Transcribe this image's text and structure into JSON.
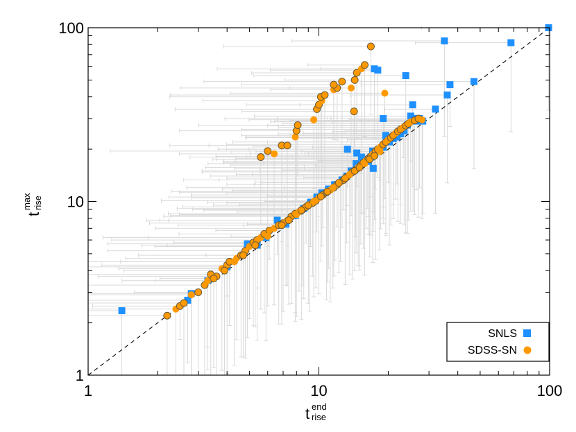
{
  "chart_data": {
    "type": "scatter",
    "x_scale": "log",
    "y_scale": "log",
    "xlim": [
      1,
      100
    ],
    "ylim": [
      1,
      100
    ],
    "x_ticks": [
      1,
      10,
      100
    ],
    "y_ticks": [
      1,
      10,
      100
    ],
    "x_tick_labels": [
      "1",
      "10",
      "100"
    ],
    "y_tick_labels": [
      "1",
      "10",
      "100"
    ],
    "xlabel": {
      "main": "t",
      "sup": "end",
      "sub": "rise"
    },
    "ylabel": {
      "main": "t",
      "sup": "max",
      "sub": "rise"
    },
    "reference_line": {
      "style": "dashed",
      "color": "#000000",
      "relation": "y = x"
    },
    "legend": {
      "position": "bottom-right",
      "boxed": true
    },
    "errorbar_color": "#d9d9d9",
    "series": [
      {
        "name": "SNLS",
        "marker": "square",
        "color": "#1e90ff",
        "x": [
          1.4,
          2.7,
          2.8,
          3.3,
          4.0,
          4.9,
          5.4,
          5.9,
          6.6,
          7.2,
          7.9,
          8.6,
          9.2,
          9.8,
          10.3,
          11.0,
          11.7,
          12.6,
          13.2,
          13.8,
          14.5,
          15.0,
          15.6,
          16.2,
          16.8,
          17.1,
          17.5,
          18.3,
          19.0,
          19.5,
          20.2,
          21.0,
          21.8,
          22.6,
          23.4,
          24.2,
          25.0,
          25.6,
          26.4,
          27.3,
          28.2,
          13.3,
          14.6,
          15.3,
          16.4,
          17.2,
          17.4,
          18.0,
          19.0,
          23.8,
          25.5,
          36.0,
          47.0,
          32.0,
          35.0,
          37.0,
          68.0,
          99.0
        ],
        "y": [
          2.35,
          2.7,
          2.95,
          3.5,
          4.2,
          5.7,
          5.6,
          6.2,
          7.8,
          7.4,
          8.3,
          9.1,
          9.9,
          10.6,
          11.2,
          11.8,
          12.5,
          13.3,
          14.0,
          15.0,
          16.5,
          16.0,
          17.0,
          17.5,
          18.0,
          19.5,
          19.0,
          20.0,
          20.5,
          24.0,
          22.0,
          23.0,
          23.5,
          24.5,
          25.5,
          27.5,
          31.0,
          30.0,
          29.0,
          30.0,
          29.0,
          20.0,
          19.0,
          18.0,
          17.0,
          15.5,
          58.0,
          57.0,
          30.0,
          53.0,
          36.0,
          41.0,
          49.0,
          34.0,
          84.0,
          47.0,
          82.0,
          100.0
        ]
      },
      {
        "name": "SDSS-SN",
        "marker": "circle",
        "color": "#ff9900",
        "x": [
          2.2,
          2.4,
          2.5,
          2.6,
          2.8,
          3.0,
          3.2,
          3.3,
          3.4,
          3.6,
          3.8,
          4.0,
          4.1,
          4.4,
          4.6,
          4.8,
          5.0,
          5.2,
          5.4,
          5.6,
          5.8,
          6.1,
          6.4,
          6.7,
          7.0,
          7.3,
          7.6,
          7.9,
          8.2,
          8.5,
          8.8,
          9.1,
          9.4,
          9.7,
          10.0,
          10.4,
          10.8,
          11.2,
          11.6,
          12.0,
          12.4,
          12.8,
          13.2,
          13.6,
          14.0,
          14.4,
          14.8,
          15.2,
          15.6,
          16.0,
          16.4,
          16.8,
          17.2,
          17.6,
          18.0,
          18.5,
          19.0,
          19.5,
          20.0,
          20.5,
          21.0,
          21.5,
          22.0,
          22.6,
          23.2,
          23.8,
          24.4,
          25.0,
          26.0,
          27.0,
          28.0,
          3.5,
          3.9,
          4.3,
          4.7,
          5.3,
          6.0,
          6.9,
          7.4,
          8.0,
          8.4,
          9.0,
          9.5,
          10.2,
          10.9,
          11.5,
          12.2,
          13.0,
          13.6,
          14.3,
          15.0,
          15.8,
          16.6,
          17.4,
          18.4,
          5.6,
          6.0,
          6.4,
          6.9,
          7.3,
          7.9,
          8.0,
          8.1,
          9.5,
          9.8,
          10.0,
          10.3,
          10.2,
          10.6,
          11.6,
          12.0,
          12.6,
          13.8,
          14.3,
          14.6,
          15.3,
          15.8,
          16.8,
          19.3,
          11.6,
          14.2
        ],
        "y": [
          2.2,
          2.4,
          2.5,
          2.6,
          2.9,
          3.0,
          3.3,
          3.5,
          3.8,
          3.7,
          4.1,
          4.3,
          4.5,
          4.7,
          4.9,
          5.2,
          5.5,
          5.8,
          6.0,
          6.2,
          6.5,
          6.8,
          7.0,
          7.3,
          7.5,
          7.8,
          8.2,
          8.5,
          8.7,
          9.0,
          9.3,
          9.6,
          9.8,
          10.1,
          10.5,
          10.9,
          11.3,
          11.6,
          12.0,
          12.5,
          12.9,
          13.3,
          13.8,
          14.3,
          14.8,
          15.2,
          15.7,
          16.2,
          16.7,
          17.2,
          17.7,
          18.2,
          18.8,
          19.4,
          20.0,
          20.6,
          21.3,
          22.0,
          22.7,
          23.3,
          24.0,
          24.7,
          25.3,
          26.0,
          26.7,
          27.3,
          28.0,
          28.7,
          29.3,
          30.0,
          29.5,
          3.6,
          4.0,
          4.5,
          4.9,
          5.6,
          6.3,
          7.3,
          7.8,
          8.4,
          8.9,
          9.5,
          10.0,
          10.7,
          11.4,
          12.0,
          12.8,
          13.6,
          14.3,
          15.0,
          15.7,
          16.5,
          17.5,
          18.3,
          19.4,
          18.0,
          19.5,
          18.8,
          21.0,
          21.0,
          23.5,
          25.5,
          27.5,
          29.5,
          34.0,
          36.0,
          38.0,
          40.0,
          41.0,
          44.0,
          45.0,
          49.0,
          45.0,
          50.0,
          55.0,
          58.0,
          61.0,
          78.0,
          42.0,
          47.0,
          33.0
        ]
      }
    ]
  }
}
